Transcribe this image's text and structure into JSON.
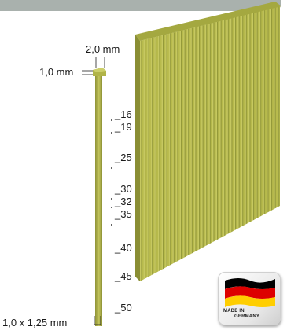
{
  "dimensions": {
    "crown_width": "2,0 mm",
    "crown_height": "1,0 mm",
    "wire_section": "1,0 x 1,25 mm"
  },
  "lengths": [
    "_16",
    "_19",
    "_25",
    "_30",
    "_32",
    "_35",
    "_40",
    "_45",
    "_50"
  ],
  "badge": {
    "line1": "MADE IN",
    "line2": "GERMANY",
    "flag_colors": [
      "#000000",
      "#dd0000",
      "#ffce00"
    ]
  },
  "colors": {
    "nail": "#b5b84a",
    "strip_dark": "#8f9438",
    "top_bar": "#a9b1ad"
  }
}
